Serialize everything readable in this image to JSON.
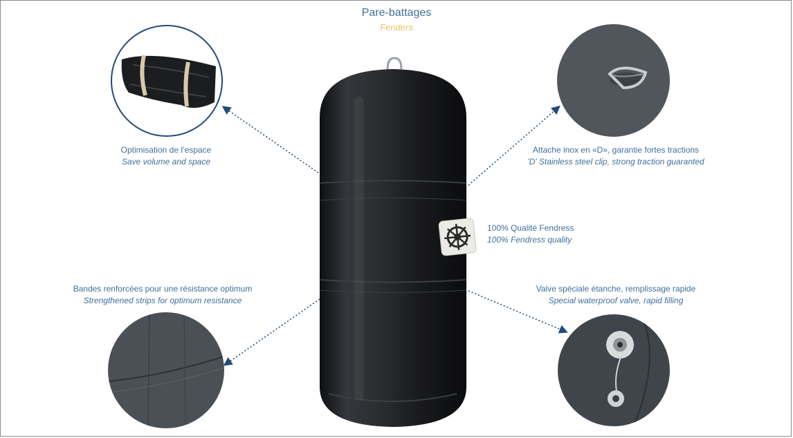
{
  "header": {
    "title": "Pare-battages",
    "subtitle": "Fenders"
  },
  "features": {
    "space": {
      "fr": "Optimisation de l’espace",
      "en": "Save volume and space"
    },
    "clip": {
      "fr": "Attache inox en «D», garantie fortes tractions",
      "en": "'D' Stainless steel clip, strong traction guaranted"
    },
    "quality": {
      "fr": "100% Qualité Fendress",
      "en": "100% Fendress quality"
    },
    "strips": {
      "fr": "Bandes renforcées pour une résistance optimum",
      "en": "Strengthened strips for optimum resistance"
    },
    "valve": {
      "fr": "Valve spéciale étanche, remplissage rapide",
      "en": "Special waterproof valve, rapid filling"
    }
  },
  "colors": {
    "text_blue": "#3f6f9b",
    "subtitle_gold": "#e3c36a",
    "circle_border": "#234a75",
    "fender_black": "#1f2124"
  },
  "icons": [
    "ship-wheel-logo-icon",
    "d-ring-icon",
    "valve-icon"
  ]
}
